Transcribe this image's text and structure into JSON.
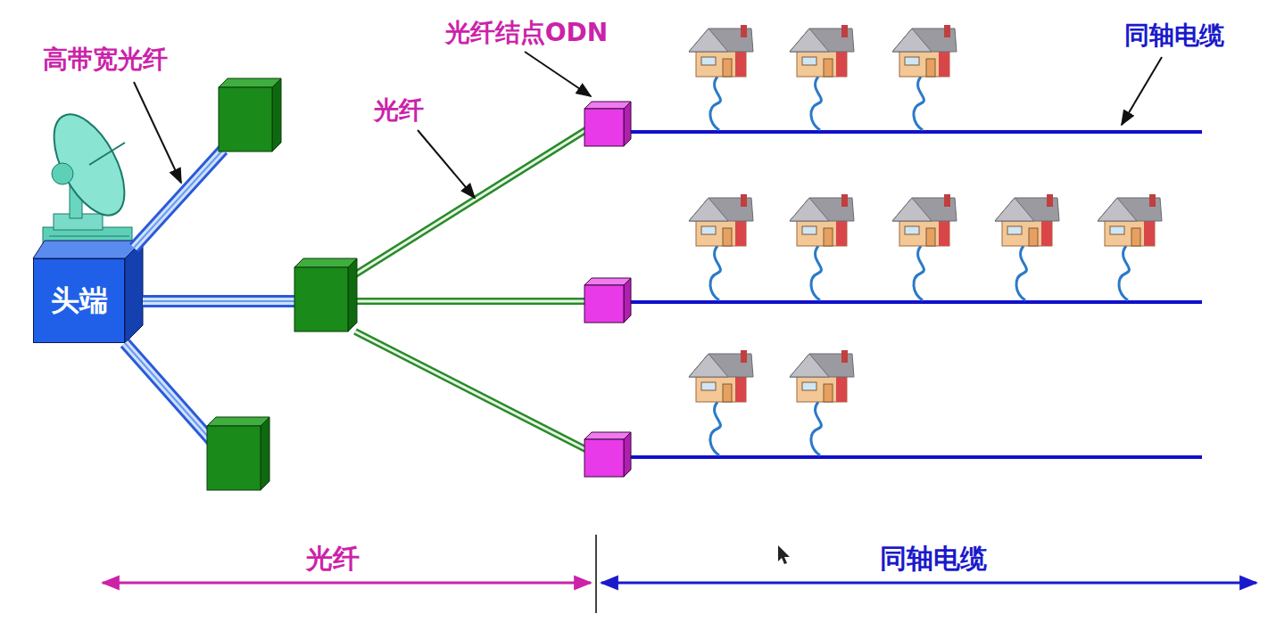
{
  "diagram": {
    "nodes": [
      {
        "text": [
          "头端"
        ]
      }
    ],
    "labels": [
      "高带宽光纤",
      "光纤结点ODN",
      "光纤",
      "同轴电缆",
      "光纤",
      "同轴电缆"
    ]
  }
}
